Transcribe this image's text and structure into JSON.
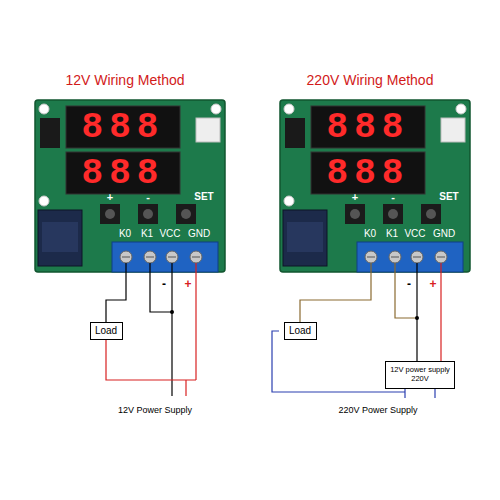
{
  "diagram": {
    "nodes": [
      {
        "text": [
          "Load"
        ]
      },
      {
        "text": [
          "Load"
        ]
      },
      {
        "text": [
          "12V power supply",
          "220V"
        ]
      }
    ],
    "labels": [
      "12V Wiring Method",
      "220V Wiring Method",
      "888",
      "888",
      "888",
      "888",
      "+",
      "-",
      "SET",
      "+",
      "-",
      "SET",
      "K0",
      "K1",
      "VCC",
      "GND",
      "K0",
      "K1",
      "VCC",
      "GND",
      "-",
      "+",
      "-",
      "+",
      "12V Power Supply",
      "220V Power Supply"
    ]
  }
}
